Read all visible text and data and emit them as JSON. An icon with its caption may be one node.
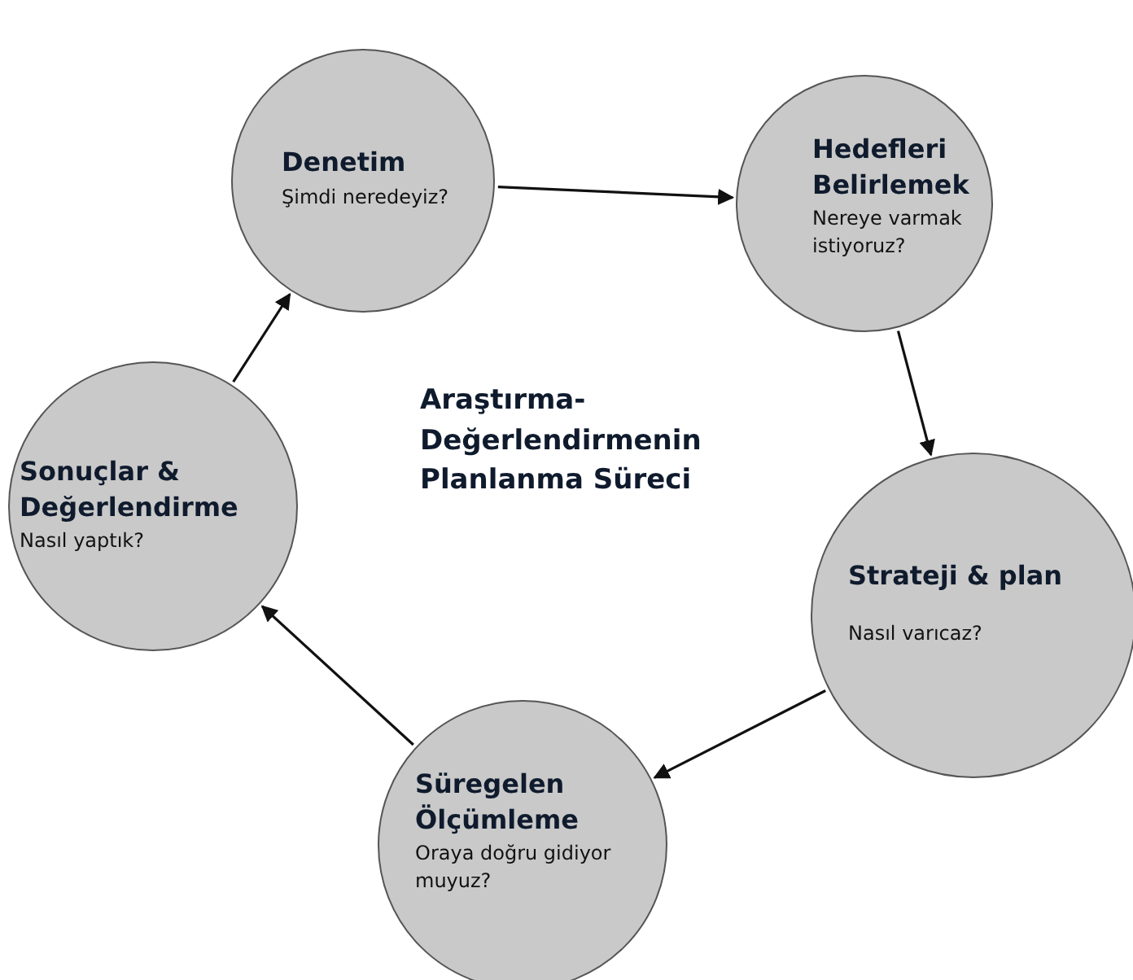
{
  "diagram": {
    "nodes": [
      {
        "text": [
          "Denetim",
          "Şimdi neredeyiz?"
        ]
      },
      {
        "text": [
          "Hedefleri Belirlemek",
          "Nereye varmak istiyoruz?"
        ]
      },
      {
        "text": [
          "Strateji & plan",
          "Nasıl varıcaz?"
        ]
      },
      {
        "text": [
          "Süregelen Ölçümleme",
          "Oraya doğru gidiyor muyuz?"
        ]
      },
      {
        "text": [
          "Sonuçlar & Değerlendirme",
          "Nasıl yaptık?"
        ]
      }
    ],
    "edges": [
      {
        "from": 0,
        "to": 1,
        "arrow": "to"
      },
      {
        "from": 1,
        "to": 2,
        "arrow": "to"
      },
      {
        "from": 2,
        "to": 3,
        "arrow": "to"
      },
      {
        "from": 3,
        "to": 4,
        "arrow": "to"
      },
      {
        "from": 4,
        "to": 0,
        "arrow": "to"
      }
    ],
    "labels": [
      "Araştırma- Değerlendirmenin Planlanma Süreci"
    ]
  }
}
